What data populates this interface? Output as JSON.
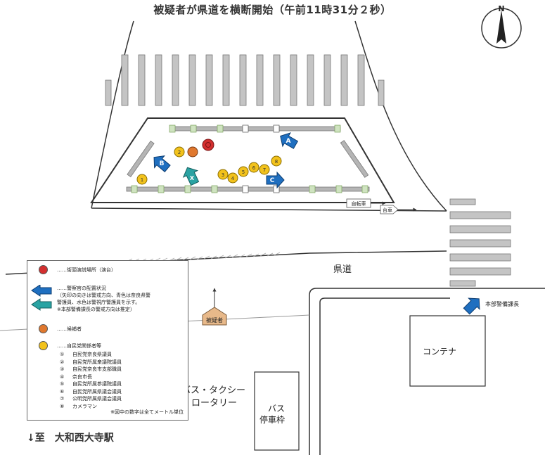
{
  "title": "被疑者が県道を横断開始（午前11時31分２秒）",
  "north_label": "N",
  "labels": {
    "road": "県道",
    "bike": "自転車",
    "platform": "台車",
    "container": "コンテナ",
    "rotary_line1": "バス・タクシー",
    "rotary_line2": "ロータリー",
    "bus_stop_line1": "バス",
    "bus_stop_line2": "停車枠",
    "suspect": "被疑者",
    "hq_chief": "本部警備課長",
    "marker_a": "A",
    "marker_b": "B",
    "marker_c": "C",
    "marker_x": "X"
  },
  "numbered_markers": [
    "1",
    "2",
    "3",
    "4",
    "5",
    "6",
    "7",
    "8"
  ],
  "legend": {
    "speech_spot": "……街頭演説場所（演台）",
    "police_title": "……警察官の配置状況",
    "police_desc1": "（矢印の向きは警戒方向、青色は奈良県警",
    "police_desc2": "警護員、水色は警視庁警護員を示す。",
    "police_desc3": "※本部警備課長の警戒方向は推定）",
    "candidate": "……候補者",
    "ldp_title": "……自民党関係者等",
    "members": [
      {
        "num": "①",
        "name": "自民党奈良県議員"
      },
      {
        "num": "②",
        "name": "自民党所属衆議院議員"
      },
      {
        "num": "③",
        "name": "自民党奈良市支部職員"
      },
      {
        "num": "④",
        "name": "奈良市長"
      },
      {
        "num": "⑤",
        "name": "自民党所属参議院議員"
      },
      {
        "num": "⑥",
        "name": "自民党所属県議会議員"
      },
      {
        "num": "⑦",
        "name": "公明党所属県議会議員"
      },
      {
        "num": "⑧",
        "name": "カメラマン"
      }
    ],
    "note": "※図中の数字は全てメートル単位"
  },
  "footer": "↓至　大和西大寺駅",
  "colors": {
    "nara_police": "#1f6fc0",
    "mpd_police": "#2aa3a3",
    "candidate": "#e0782e",
    "ldp": "#f2c21c",
    "speech_spot": "#d32f2f",
    "barrier": "#b5b5b5",
    "suspect": "#e8b98a"
  }
}
